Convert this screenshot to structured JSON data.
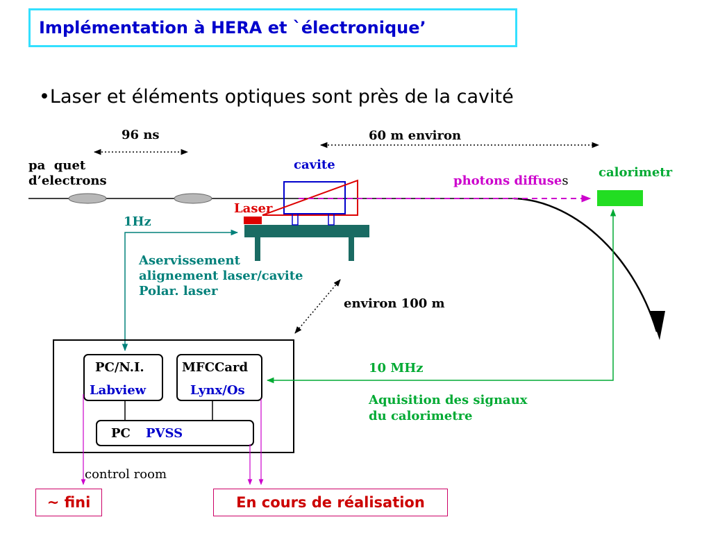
{
  "slide": {
    "title": "Implémentation à HERA et `électronique’",
    "bullet": "•Laser et éléments optiques sont près de la cavité"
  },
  "diagram": {
    "dim_96ns": "96 ns",
    "dim_60m": "60 m environ",
    "paquet_line1": "pa  quet",
    "paquet_line2": "d’electrons",
    "cavite": "cavite",
    "laser": "Laser",
    "photons": "photons diffuse",
    "photons_s": "s",
    "calorimetre": "calorimetr",
    "freq_1hz": "1Hz",
    "aserv_line1": "Aservissement",
    "aserv_line2": "alignement laser/cavite",
    "aserv_line3": "Polar. laser",
    "environ_100m": "environ 100 m",
    "pc_ni": "PC/N.I.",
    "labview": "Labview",
    "mfc_card": "MFCCard",
    "lynx_os": "Lynx/Os",
    "pc": "PC",
    "pvss": "PVSS",
    "freq_10mhz": "10 MHz",
    "acq_line1": "Aquisition des signaux",
    "acq_line2": "du calorimetre",
    "control_room": "control room"
  },
  "tags": {
    "fini": "~ fini",
    "en_cours": "En cours de réalisation"
  },
  "colors": {
    "title_border": "#33e0ff",
    "title_text": "#0000cc",
    "teal": "#00807a",
    "green": "#00aa33",
    "magenta": "#cc00cc",
    "red": "#dd0000",
    "blue": "#0000cc",
    "bench": "#1a6b63"
  }
}
